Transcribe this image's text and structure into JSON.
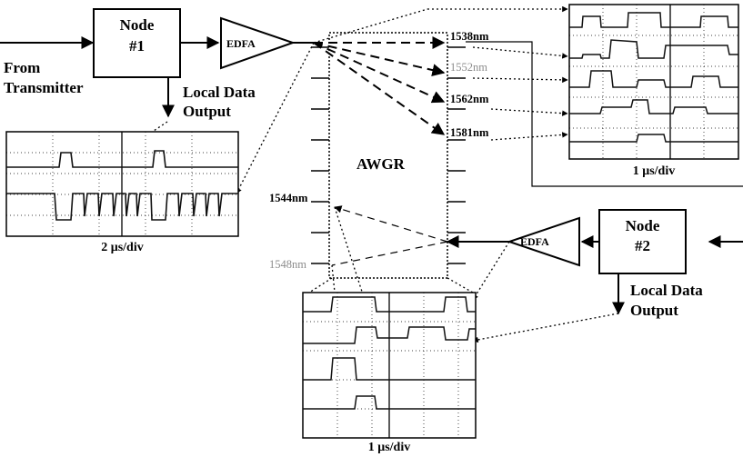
{
  "node1": {
    "line1": "Node",
    "line2": "#1"
  },
  "node2": {
    "line1": "Node",
    "line2": "#2"
  },
  "edfa1": "EDFA",
  "edfa2": "EDFA",
  "awgr": "AWGR",
  "from_transmitter": {
    "line1": "From",
    "line2": "Transmitter"
  },
  "local_data_output_1": {
    "line1": "Local Data",
    "line2": "Output"
  },
  "local_data_output_2": {
    "line1": "Local Data",
    "line2": "Output"
  },
  "wavelengths": {
    "w1538": "1538nm",
    "w1552": "1552nm",
    "w1562": "1562nm",
    "w1581": "1581nm",
    "w1544": "1544nm",
    "w1548": "1548nm"
  },
  "scope_left_caption": "2 μs/div",
  "scope_topright_caption": "1 μs/div",
  "scope_bottom_caption": "1 μs/div",
  "colors": {
    "line": "#000000",
    "gray_label": "#8c8c8c",
    "trace": "#111111"
  }
}
